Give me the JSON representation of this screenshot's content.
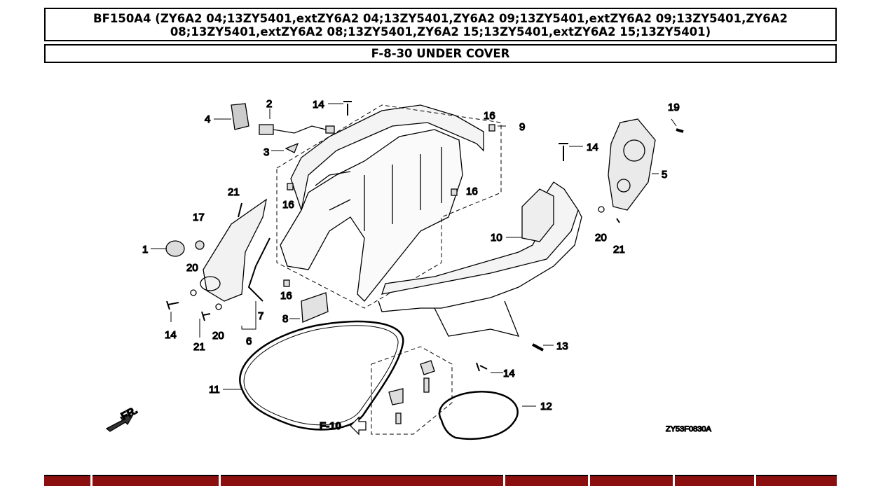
{
  "header": {
    "model_line": "BF150A4 (ZY6A2 04;13ZY5401,extZY6A2 04;13ZY5401,ZY6A2 09;13ZY5401,extZY6A2 09;13ZY5401,ZY6A2 08;13ZY5401,extZY6A2 08;13ZY5401,ZY6A2 15;13ZY5401,extZY6A2 15;13ZY5401)",
    "section_title": "F-8-30 UNDER COVER"
  },
  "diagram": {
    "part_labels": {
      "p1": "1",
      "p2": "2",
      "p3": "3",
      "p4": "4",
      "p5": "5",
      "p6": "6",
      "p7": "7",
      "p8": "8",
      "p9": "9",
      "p10": "10",
      "p11": "11",
      "p12": "12",
      "p13": "13",
      "p14a": "14",
      "p14b": "14",
      "p14c": "14",
      "p14d": "14",
      "p16a": "16",
      "p16b": "16",
      "p16c": "16",
      "p16d": "16",
      "p17": "17",
      "p19": "19",
      "p20a": "20",
      "p20b": "20",
      "p20c": "20",
      "p21a": "21",
      "p21b": "21",
      "p21c": "21"
    },
    "front_arrow_label": "FR.",
    "ref_label": "F-10",
    "drawing_code": "ZY53F0830A"
  },
  "colors": {
    "table_header": "#8b0f0f",
    "border": "#000000"
  }
}
